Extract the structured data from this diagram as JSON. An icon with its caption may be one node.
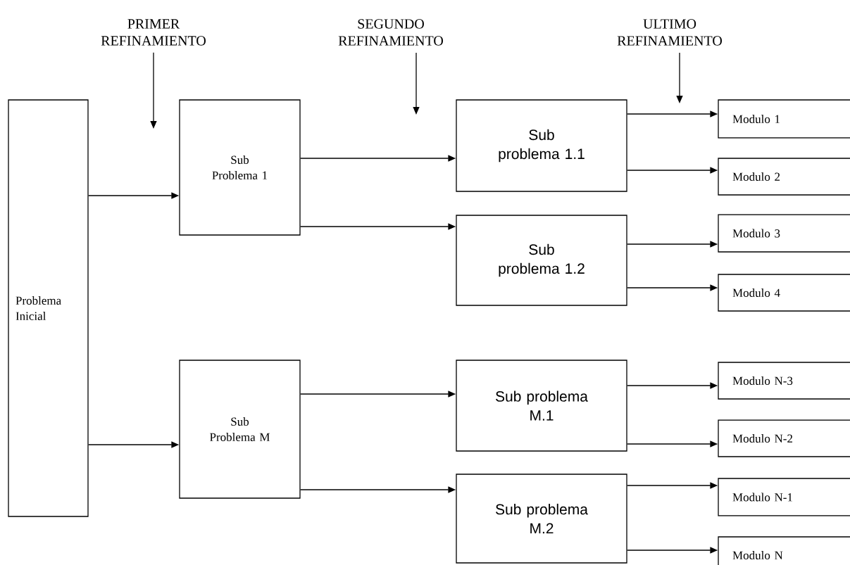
{
  "diagram": {
    "nodes": [
      {
        "text": [
          "PRIMER REFINAMIENTO"
        ]
      },
      {
        "text": [
          "SEGUNDO REFINAMIENTO"
        ]
      },
      {
        "text": [
          "ULTIMO REFINAMIENTO"
        ]
      },
      {
        "text": [
          "Problema Inicial"
        ]
      },
      {
        "text": [
          "Sub Problema 1"
        ]
      },
      {
        "text": [
          "Sub Problema M"
        ]
      },
      {
        "text": [
          "Sub problema 1.1"
        ]
      },
      {
        "text": [
          "Sub problema 1.2"
        ]
      },
      {
        "text": [
          "Sub problema M.1"
        ]
      },
      {
        "text": [
          "Sub problema M.2"
        ]
      },
      {
        "text": [
          "Modulo 1"
        ]
      },
      {
        "text": [
          "Modulo 2"
        ]
      },
      {
        "text": [
          "Modulo 3"
        ]
      },
      {
        "text": [
          "Modulo 4"
        ]
      },
      {
        "text": [
          "Modulo N-3"
        ]
      },
      {
        "text": [
          "Modulo N-2"
        ]
      },
      {
        "text": [
          "Modulo N-1"
        ]
      },
      {
        "text": [
          "Modulo N"
        ]
      }
    ],
    "edges": [
      {
        "from": 0,
        "to": null,
        "arrow": "to"
      },
      {
        "from": 1,
        "to": null,
        "arrow": "to"
      },
      {
        "from": 2,
        "to": null,
        "arrow": "to"
      },
      {
        "from": 3,
        "to": 4,
        "arrow": "to"
      },
      {
        "from": 3,
        "to": 5,
        "arrow": "to"
      },
      {
        "from": 4,
        "to": 6,
        "arrow": "to"
      },
      {
        "from": 4,
        "to": 7,
        "arrow": "to"
      },
      {
        "from": 5,
        "to": 8,
        "arrow": "to"
      },
      {
        "from": 5,
        "to": 9,
        "arrow": "to"
      },
      {
        "from": 6,
        "to": 10,
        "arrow": "to"
      },
      {
        "from": 6,
        "to": 11,
        "arrow": "to"
      },
      {
        "from": 7,
        "to": 12,
        "arrow": "to"
      },
      {
        "from": 7,
        "to": 13,
        "arrow": "to"
      },
      {
        "from": 8,
        "to": 14,
        "arrow": "to"
      },
      {
        "from": 8,
        "to": 15,
        "arrow": "to"
      },
      {
        "from": 9,
        "to": 16,
        "arrow": "to"
      },
      {
        "from": 9,
        "to": 17,
        "arrow": "to"
      }
    ]
  }
}
